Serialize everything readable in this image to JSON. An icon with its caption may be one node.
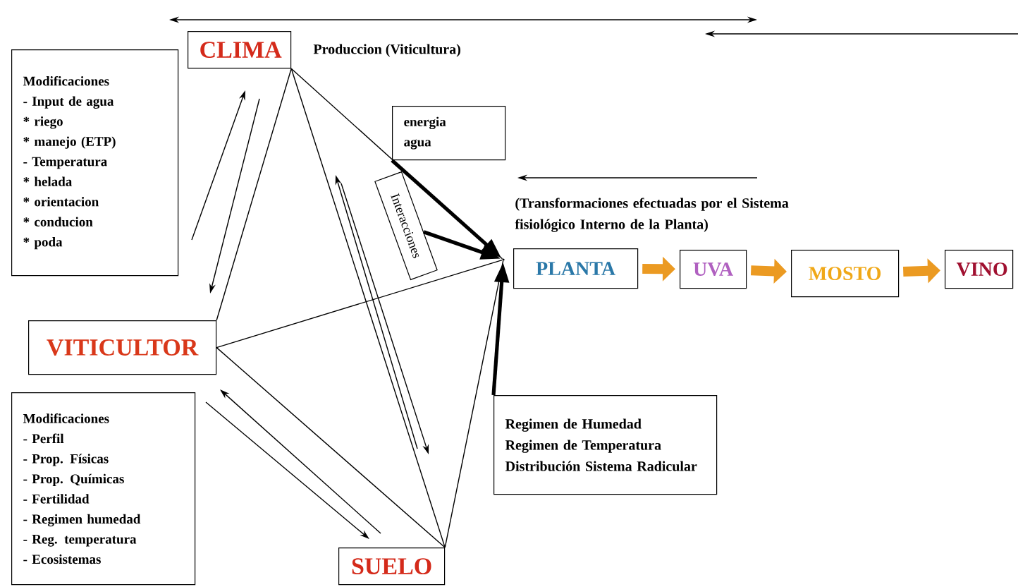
{
  "diagram": {
    "nodes": [
      {
        "text": [
          "CLIMA"
        ]
      },
      {
        "text": [
          "Modificaciones",
          "- Input de agua",
          "* riego",
          "* manejo (ETP)",
          "-  Temperatura",
          "* helada",
          "* orientacion",
          "* conducion",
          "* poda"
        ]
      },
      {
        "text": [
          "VITICULTOR"
        ]
      },
      {
        "text": [
          "Modificaciones",
          "- Perfil",
          "- Prop. Físicas",
          "- Prop. Químicas",
          "- Fertilidad",
          "- Regimen humedad",
          "- Reg.  temperatura",
          "- Ecosistemas"
        ]
      },
      {
        "text": [
          "SUELO"
        ]
      },
      {
        "text": [
          "energia",
          "agua"
        ]
      },
      {
        "text": [
          "Interacciones"
        ]
      },
      {
        "text": [
          "Regimen de Humedad",
          "Regimen de Temperatura",
          "Distribución Sistema Radicular"
        ]
      },
      {
        "text": [
          "PLANTA"
        ]
      },
      {
        "text": [
          "UVA"
        ]
      },
      {
        "text": [
          "MOSTO"
        ]
      },
      {
        "text": [
          "VINO"
        ]
      },
      {
        "text": [],
        "shape": "point"
      }
    ],
    "edges": [
      {
        "from": 0,
        "to": 2,
        "arrow": "none"
      },
      {
        "from": 0,
        "to": 12,
        "arrow": "none"
      },
      {
        "from": 0,
        "to": 4,
        "arrow": "none"
      },
      {
        "from": 2,
        "to": 12,
        "arrow": "none"
      },
      {
        "from": 2,
        "to": 4,
        "arrow": "none"
      },
      {
        "from": 4,
        "to": 12,
        "arrow": "none"
      },
      {
        "from": 5,
        "to": 12,
        "arrow": "to",
        "style": "thick"
      },
      {
        "from": 6,
        "to": 12,
        "arrow": "to",
        "style": "thick"
      },
      {
        "from": 7,
        "to": 12,
        "arrow": "to",
        "style": "thick"
      },
      {
        "from": 8,
        "to": 9,
        "arrow": "to",
        "style": "thick",
        "color": "#eb9a22"
      },
      {
        "from": 9,
        "to": 10,
        "arrow": "to",
        "style": "thick",
        "color": "#eb9a22"
      },
      {
        "from": 10,
        "to": 11,
        "arrow": "to",
        "style": "thick",
        "color": "#eb9a22"
      }
    ],
    "labels": [
      "Produccion (Viticultura)",
      "(Transformaciones efectuadas por el Sistema fisiológico Interno de la Planta)"
    ]
  }
}
